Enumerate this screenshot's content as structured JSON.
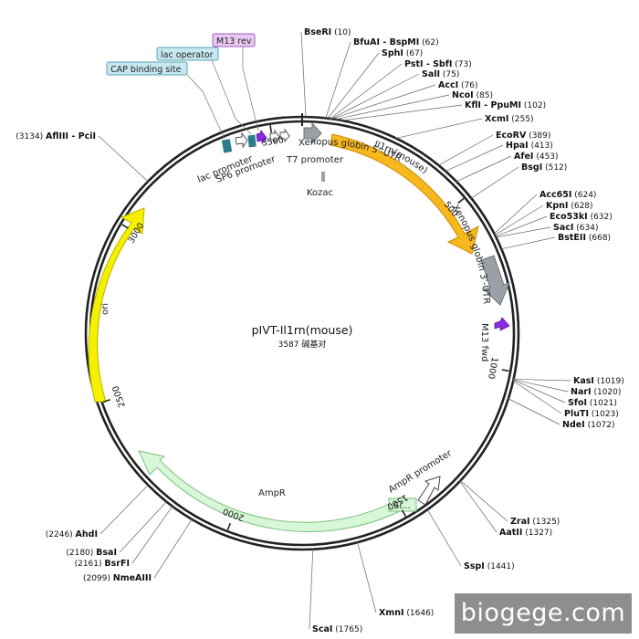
{
  "plasmid": {
    "name": "pIVT-Il1rn(mouse)",
    "length_text": "3587 碱基对",
    "total_bp": 3587
  },
  "ticks": [
    {
      "bp": 500,
      "label": "500"
    },
    {
      "bp": 1000,
      "label": "1000"
    },
    {
      "bp": 1500,
      "label": "1500"
    },
    {
      "bp": 2000,
      "label": "2000"
    },
    {
      "bp": 2500,
      "label": "2500"
    },
    {
      "bp": 3000,
      "label": "3000"
    },
    {
      "bp": 3500,
      "label": "3500"
    }
  ],
  "features": [
    {
      "name": "Il1rn(mouse)",
      "start": 90,
      "end": 625,
      "color": "#f7b81e",
      "stroke": "#c98a00"
    },
    {
      "name": "ori",
      "start": 2660,
      "end": 3250,
      "color": "#f4f000",
      "stroke": "#b9b400"
    },
    {
      "name": "AmpR",
      "start": 1490,
      "end": 2280,
      "color": "#d8f7d8",
      "stroke": "#7cbf7c"
    },
    {
      "name": "Xenopus globin 3'-UTR",
      "color": "#9aa0a6"
    },
    {
      "name": "Xenopus globin 5'-UTR",
      "color": "#9aa0a6"
    },
    {
      "name": "M13 fwd",
      "color": "#8b2be2"
    },
    {
      "name": "AmpR promoter",
      "color": "#ffffff"
    },
    {
      "name": "Kozac",
      "color": "#9aa0a6"
    },
    {
      "name": "lac promoter",
      "color": "#2b7d8c"
    },
    {
      "name": "SP6 promoter",
      "color": "#ffffff"
    },
    {
      "name": "T7 promoter",
      "color": "#ffffff"
    },
    {
      "name": "Si...",
      "color": "#d8f7d8"
    }
  ],
  "top_boxes": [
    {
      "name": "M13 rev",
      "fill": "#e9c9f2",
      "stroke": "#a35bbf"
    },
    {
      "name": "lac operator",
      "fill": "#c7e8f0",
      "stroke": "#5aa4b6"
    },
    {
      "name": "CAP binding site",
      "fill": "#c7e8f0",
      "stroke": "#5aa4b6"
    }
  ],
  "sites": [
    {
      "name": "BseRI",
      "pos": "(10)"
    },
    {
      "name": "BfuAI - BspMI",
      "pos": "(62)"
    },
    {
      "name": "SphI",
      "pos": "(67)"
    },
    {
      "name": "PstI - SbfI",
      "pos": "(73)"
    },
    {
      "name": "SalI",
      "pos": "(75)"
    },
    {
      "name": "AccI",
      "pos": "(76)"
    },
    {
      "name": "NcoI",
      "pos": "(85)"
    },
    {
      "name": "KflI - PpuMI",
      "pos": "(102)"
    },
    {
      "name": "XcmI",
      "pos": "(255)"
    },
    {
      "name": "EcoRV",
      "pos": "(389)"
    },
    {
      "name": "HpaI",
      "pos": "(413)"
    },
    {
      "name": "AfeI",
      "pos": "(453)"
    },
    {
      "name": "BsgI",
      "pos": "(512)"
    },
    {
      "name": "Acc65I",
      "pos": "(624)"
    },
    {
      "name": "KpnI",
      "pos": "(628)"
    },
    {
      "name": "Eco53kI",
      "pos": "(632)"
    },
    {
      "name": "SacI",
      "pos": "(634)"
    },
    {
      "name": "BstEII",
      "pos": "(668)"
    },
    {
      "name": "KasI",
      "pos": "(1019)"
    },
    {
      "name": "NarI",
      "pos": "(1020)"
    },
    {
      "name": "SfoI",
      "pos": "(1021)"
    },
    {
      "name": "PluTI",
      "pos": "(1023)"
    },
    {
      "name": "NdeI",
      "pos": "(1072)"
    },
    {
      "name": "ZraI",
      "pos": "(1325)"
    },
    {
      "name": "AatII",
      "pos": "(1327)"
    },
    {
      "name": "SspI",
      "pos": "(1441)"
    },
    {
      "name": "XmnI",
      "pos": "(1646)"
    },
    {
      "name": "ScaI",
      "pos": "(1765)"
    },
    {
      "name": "NmeAIII",
      "pos": "(2099)"
    },
    {
      "name": "BsrFI",
      "pos": "(2161)"
    },
    {
      "name": "BsaI",
      "pos": "(2180)"
    },
    {
      "name": "AhdI",
      "pos": "(2246)"
    },
    {
      "name": "AflIII - PciI",
      "pos": "(3134)"
    }
  ],
  "watermark": "biogege.com"
}
